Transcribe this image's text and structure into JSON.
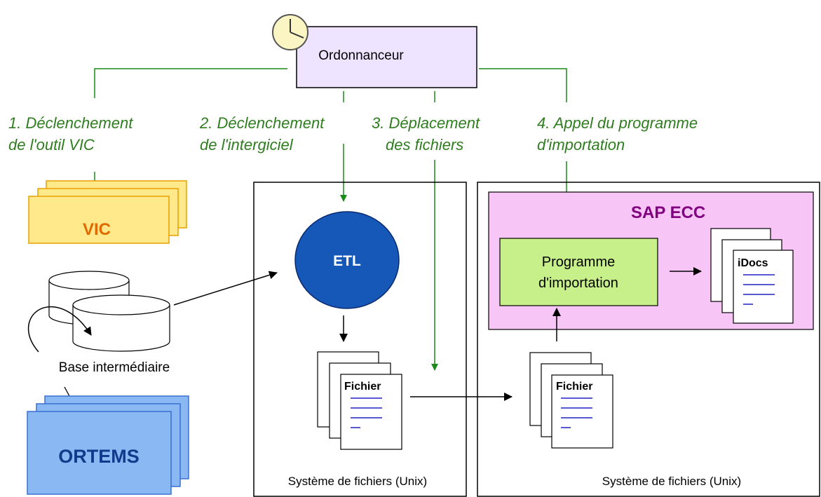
{
  "scheduler": {
    "label": "Ordonnanceur"
  },
  "steps": [
    {
      "label_line1": "1. Déclenchement",
      "label_line2": "de l'outil VIC"
    },
    {
      "label_line1": "2. Déclenchement",
      "label_line2": "de l'intergiciel"
    },
    {
      "label_line1": "3. Déplacement",
      "label_line2": "des fichiers"
    },
    {
      "label_line1": "4. Appel du programme",
      "label_line2": "d'importation"
    }
  ],
  "vic": {
    "label": "VIC"
  },
  "ortems": {
    "label": "ORTEMS"
  },
  "database": {
    "label": "Base intermédiaire"
  },
  "etl": {
    "label": "ETL"
  },
  "file_left": {
    "label": "Fichier"
  },
  "file_right": {
    "label": "Fichier"
  },
  "filesystem_left": {
    "label": "Système de fichiers (Unix)"
  },
  "filesystem_right": {
    "label": "Système de fichiers (Unix)"
  },
  "sap": {
    "title": "SAP ECC"
  },
  "import_program": {
    "label_line1": "Programme",
    "label_line2": "d'importation"
  },
  "idocs": {
    "label": "iDocs"
  },
  "colors": {
    "green_line": "#1a8a1a",
    "green_text": "#2e7d1e",
    "scheduler_fill": "#efe4ff",
    "vic_fill": "#ffe98a",
    "vic_text": "#e06a00",
    "ortems_fill": "#8ab8f2",
    "ortems_text": "#123a8a",
    "etl_fill": "#1558b8",
    "sap_fill": "#f7c6f7",
    "sap_text": "#800080",
    "program_fill": "#c8f08a"
  }
}
